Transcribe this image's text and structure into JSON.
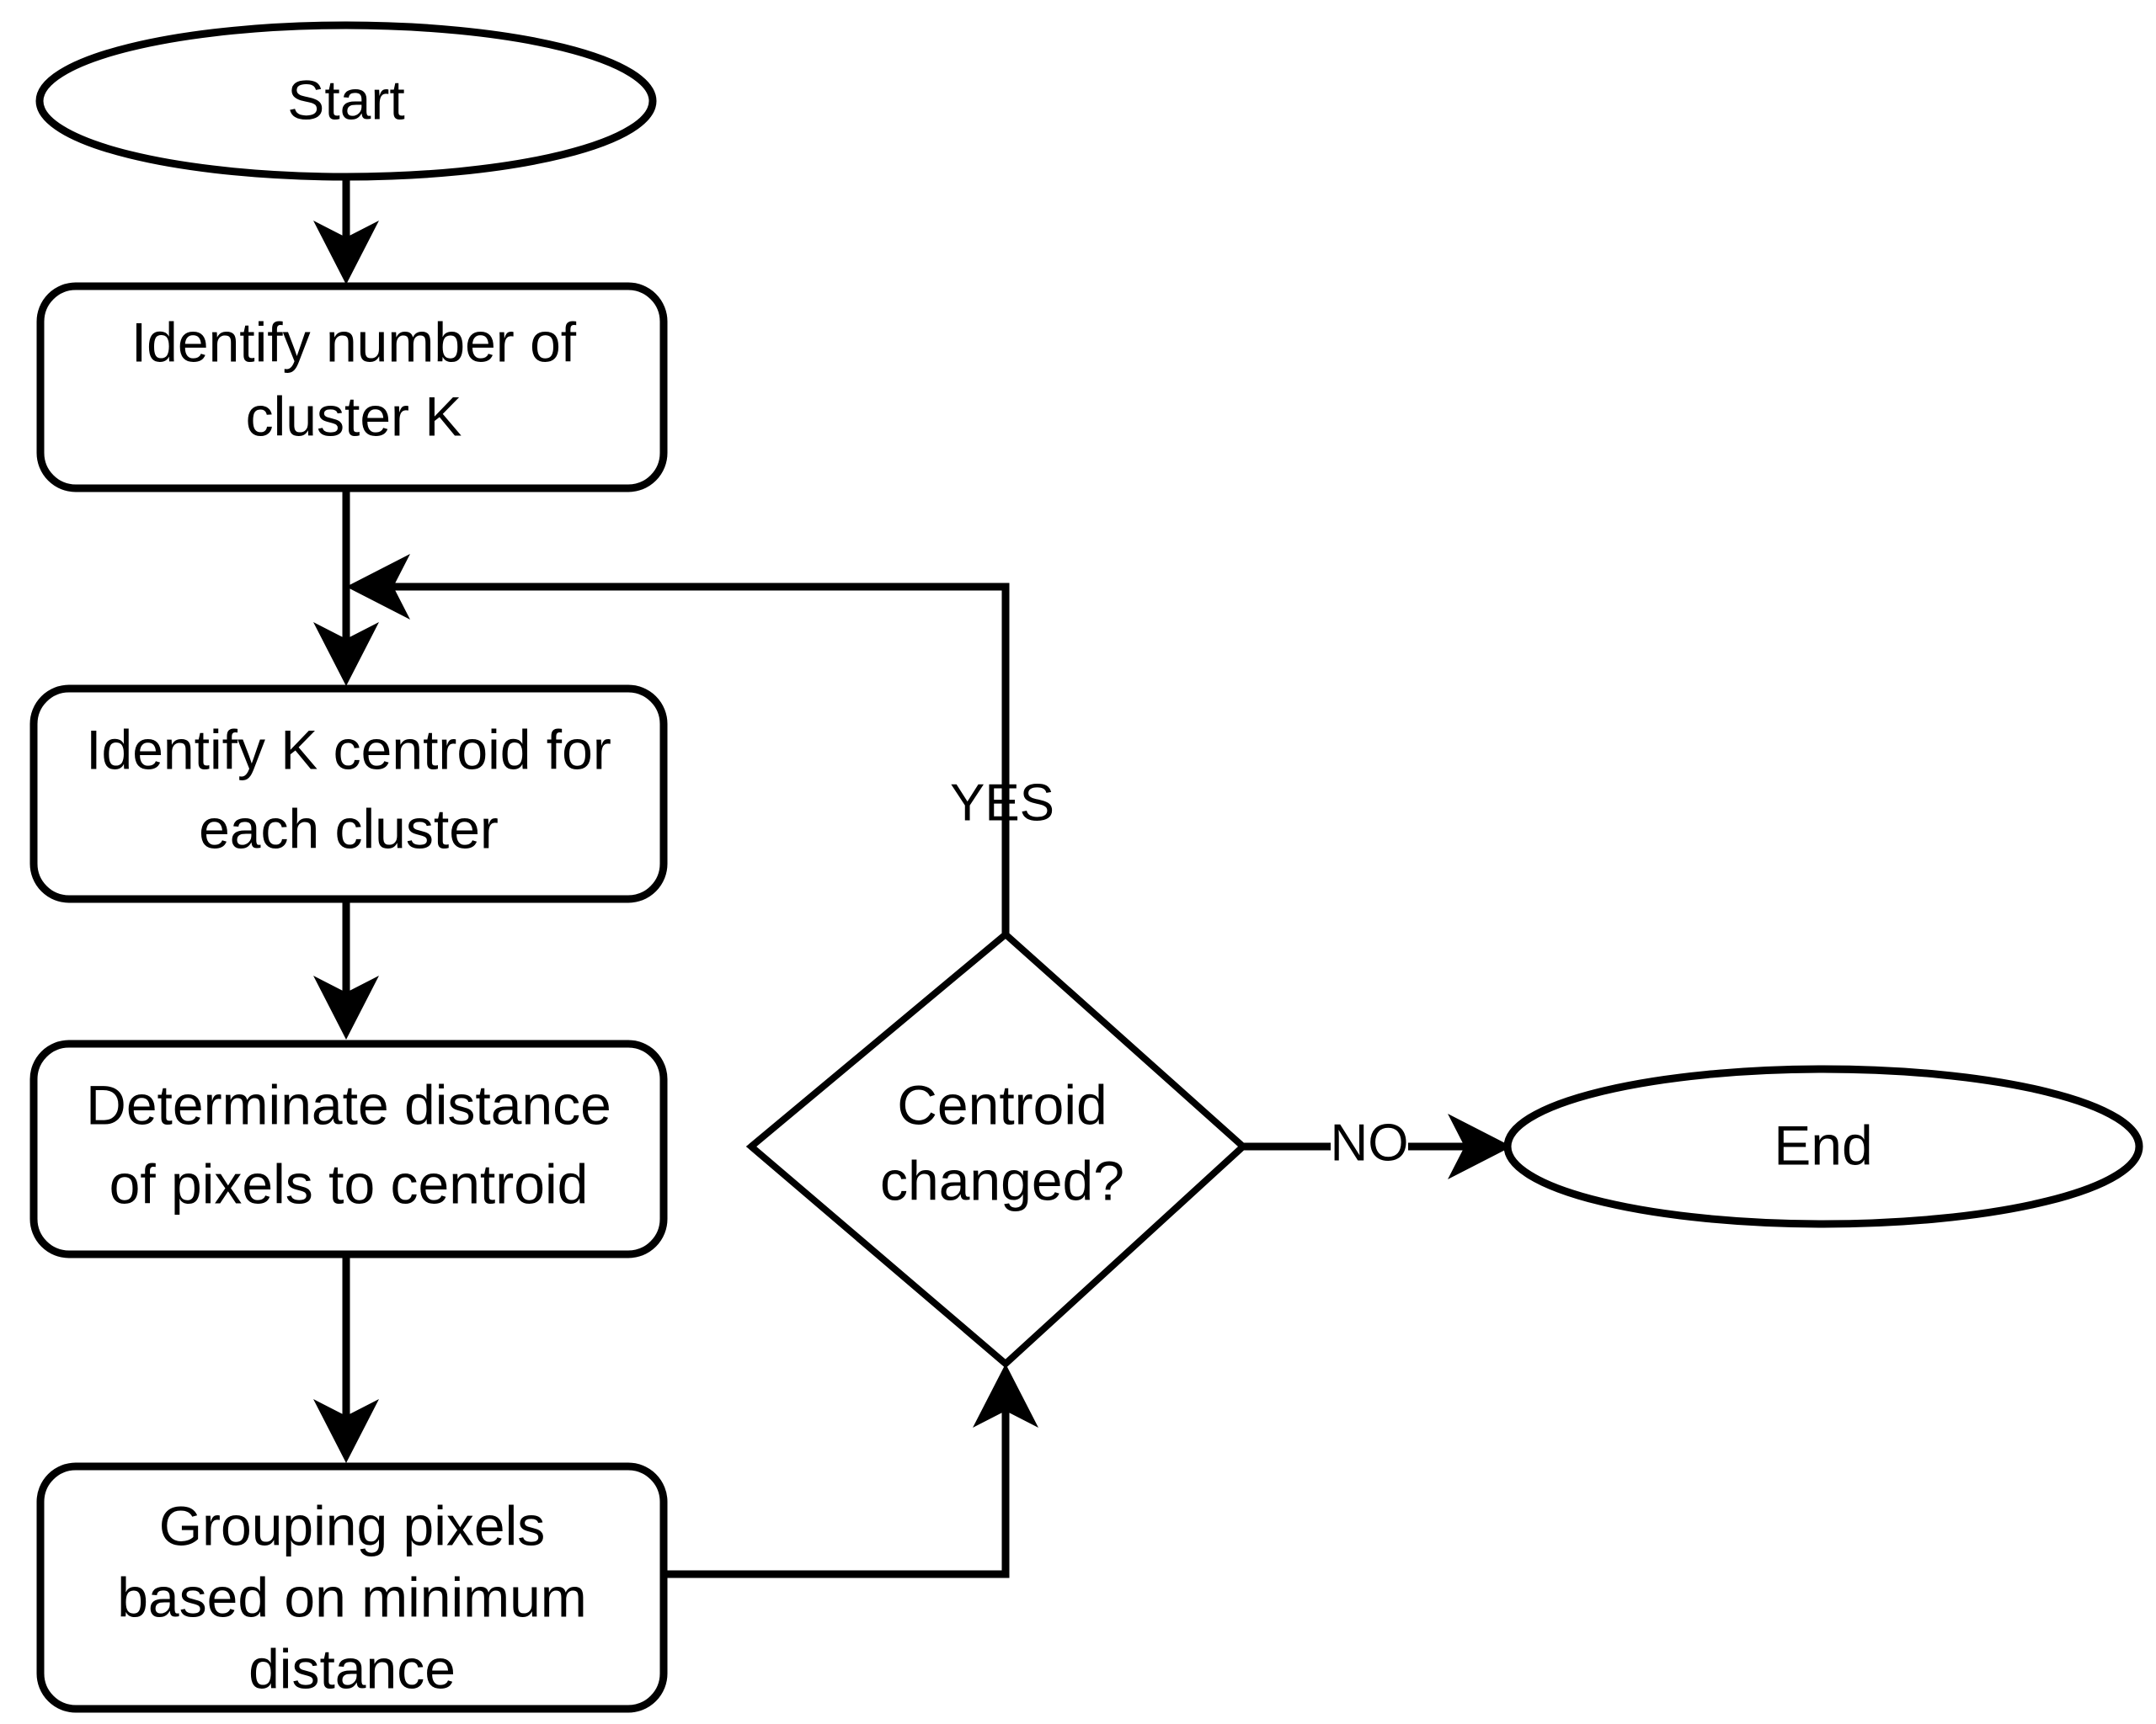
{
  "diagram": {
    "title": "K-means clustering flowchart",
    "background_color": "#ffffff",
    "stroke_color": "#000000",
    "nodes": {
      "start": {
        "shape": "ellipse",
        "label": "Start"
      },
      "identify_k": {
        "shape": "rounded-rectangle",
        "line1": "Identify number of",
        "line2": "cluster K"
      },
      "identify_centroid": {
        "shape": "rounded-rectangle",
        "line1": "Identify K centroid for",
        "line2": "each cluster"
      },
      "determinate_distance": {
        "shape": "rounded-rectangle",
        "line1": "Determinate distance",
        "line2": "of pixels to centroid"
      },
      "grouping_pixels": {
        "shape": "rounded-rectangle",
        "line1": "Grouping pixels",
        "line2": "based on minimum",
        "line3": "distance"
      },
      "decision": {
        "shape": "diamond",
        "line1": "Centroid",
        "line2": "changed?"
      },
      "end": {
        "shape": "ellipse",
        "label": "End"
      }
    },
    "edge_labels": {
      "yes": "YES",
      "no": "NO"
    }
  }
}
